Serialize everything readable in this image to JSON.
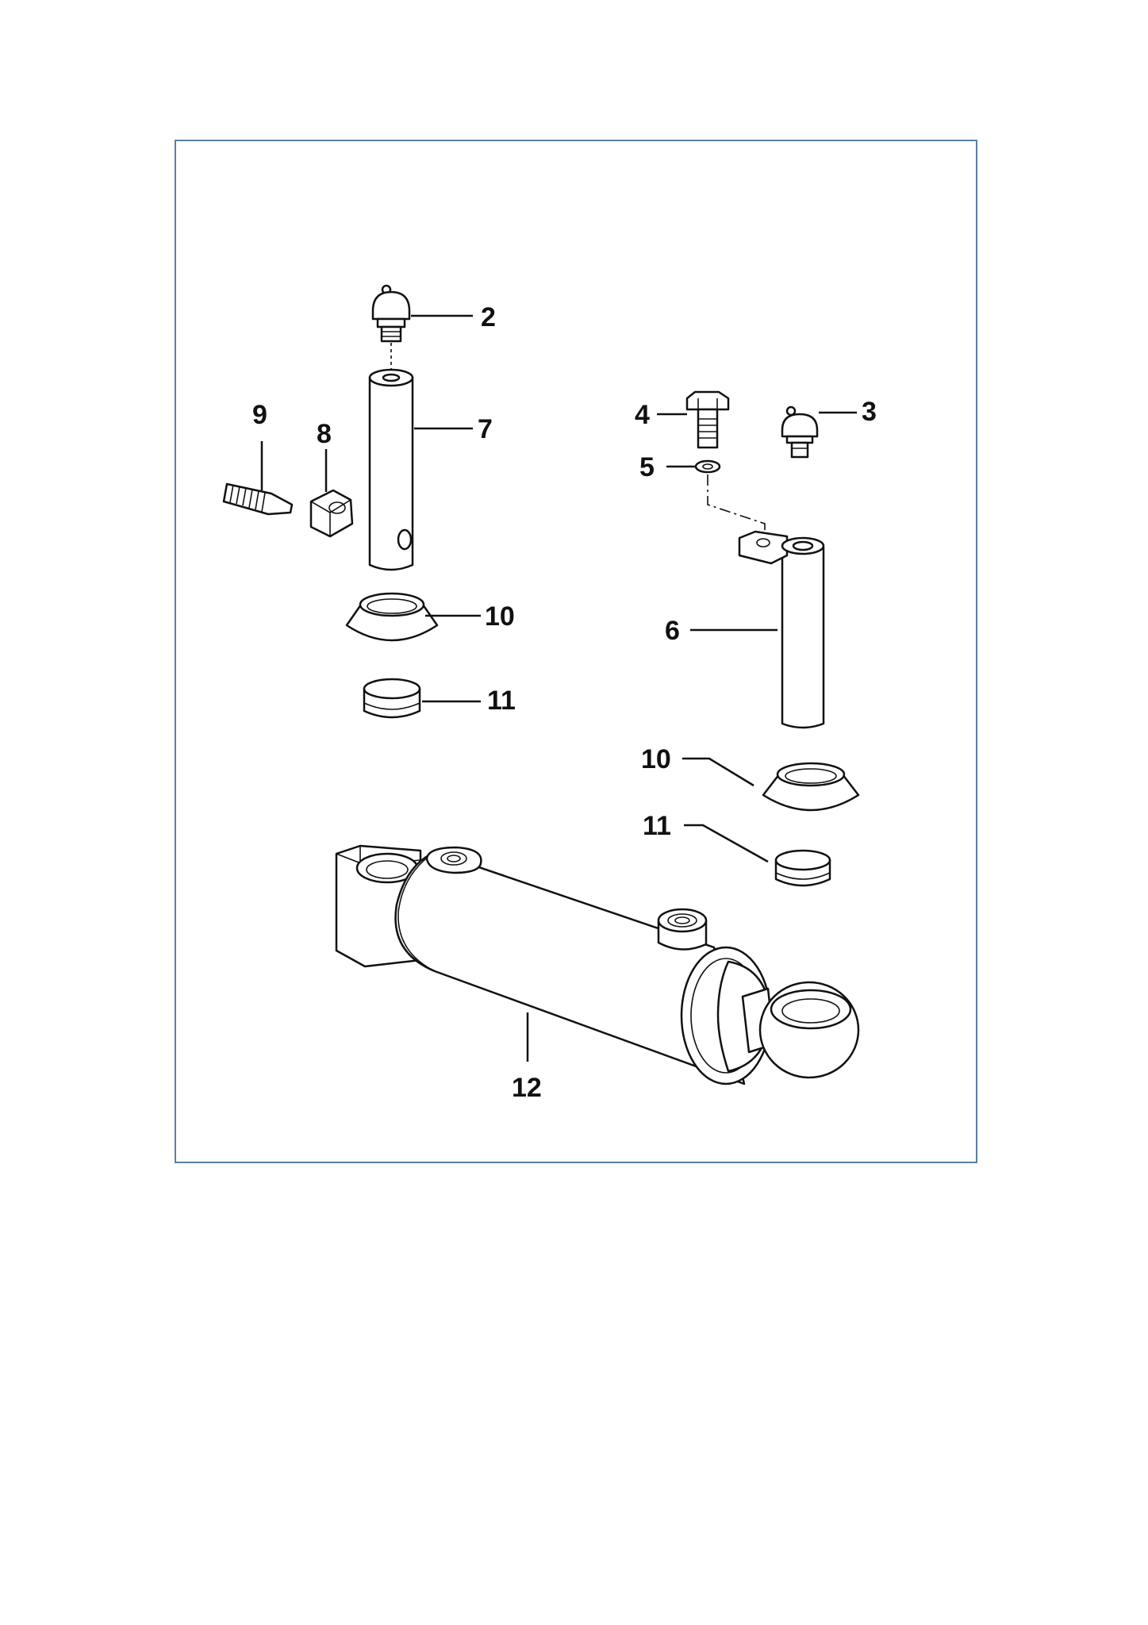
{
  "colors": {
    "frame": "#5b7fa5",
    "ink": "#111111",
    "paper": "#ffffff"
  },
  "callouts": {
    "c2": "2",
    "c3": "3",
    "c4": "4",
    "c5": "5",
    "c6": "6",
    "c7": "7",
    "c8": "8",
    "c9": "9",
    "c10a": "10",
    "c10b": "10",
    "c11a": "11",
    "c11b": "11",
    "c12": "12"
  }
}
